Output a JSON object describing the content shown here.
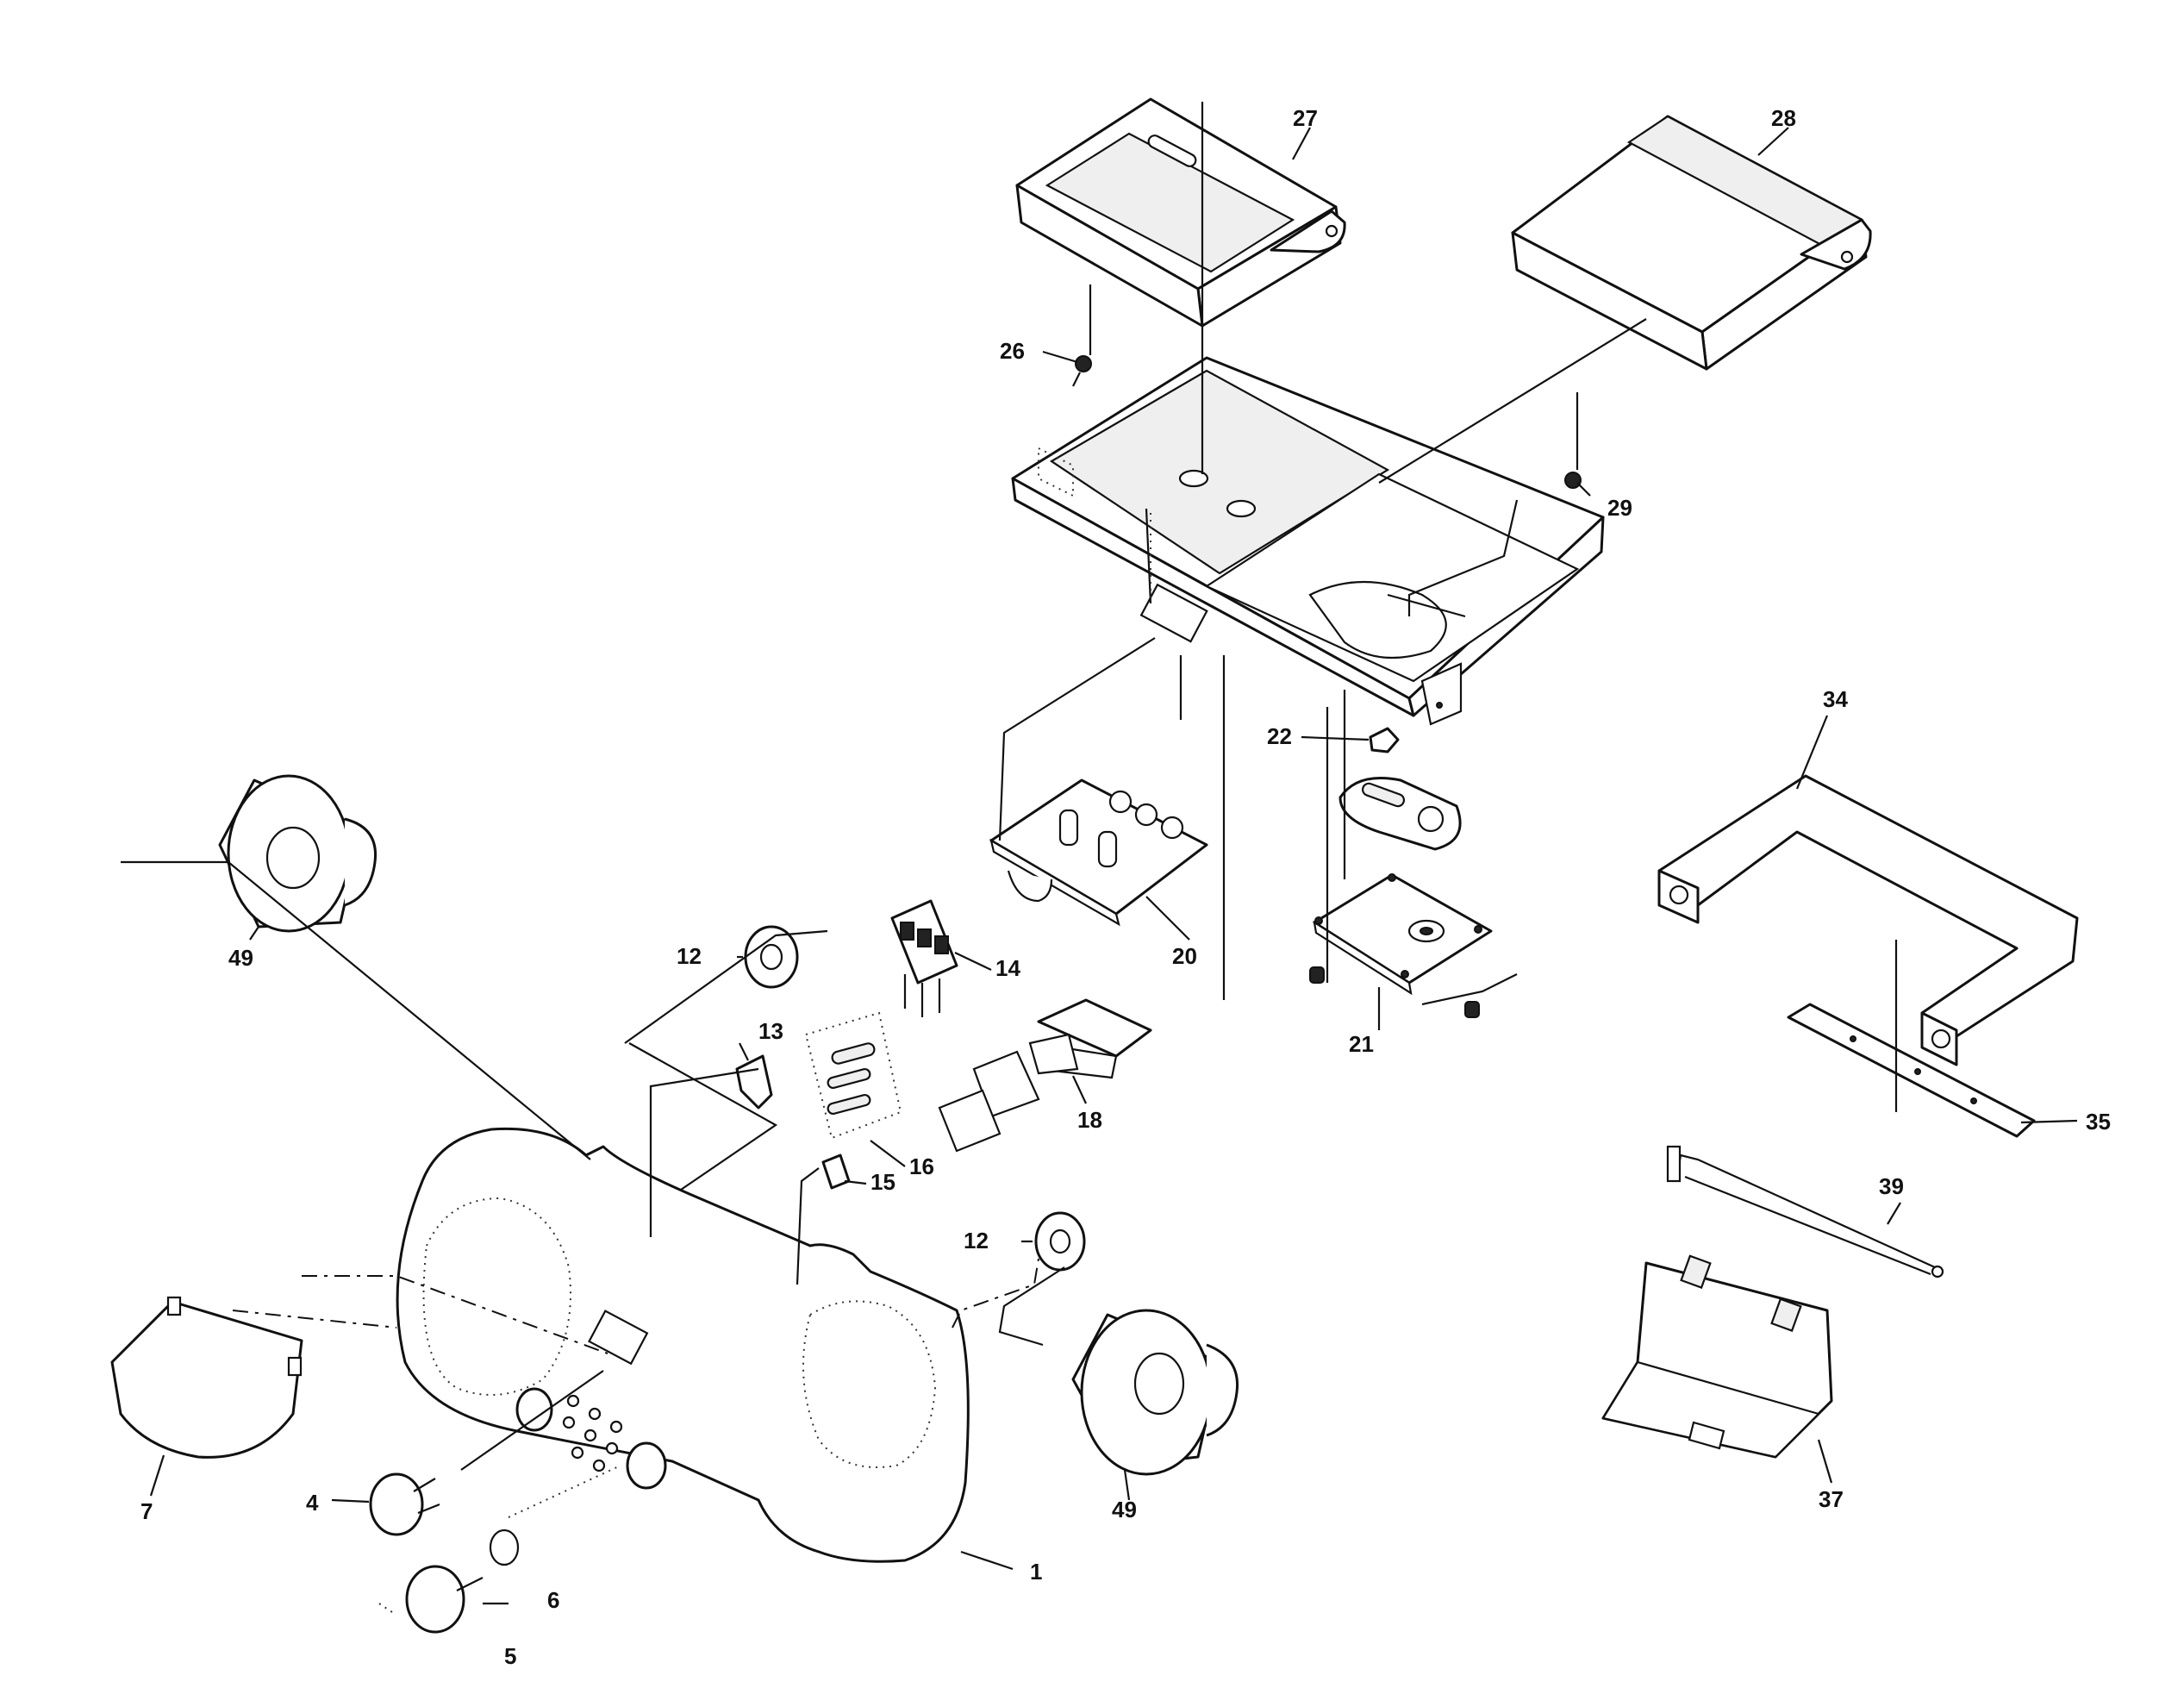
{
  "callouts": [
    {
      "id": "c1",
      "label": "1"
    },
    {
      "id": "c4",
      "label": "4"
    },
    {
      "id": "c5",
      "label": "5"
    },
    {
      "id": "c6",
      "label": "6"
    },
    {
      "id": "c7",
      "label": "7"
    },
    {
      "id": "c12a",
      "label": "12"
    },
    {
      "id": "c12b",
      "label": "12"
    },
    {
      "id": "c13",
      "label": "13"
    },
    {
      "id": "c14",
      "label": "14"
    },
    {
      "id": "c15",
      "label": "15"
    },
    {
      "id": "c16",
      "label": "16"
    },
    {
      "id": "c18",
      "label": "18"
    },
    {
      "id": "c20",
      "label": "20"
    },
    {
      "id": "c21",
      "label": "21"
    },
    {
      "id": "c22",
      "label": "22"
    },
    {
      "id": "c26",
      "label": "26"
    },
    {
      "id": "c27",
      "label": "27"
    },
    {
      "id": "c28",
      "label": "28"
    },
    {
      "id": "c29",
      "label": "29"
    },
    {
      "id": "c34",
      "label": "34"
    },
    {
      "id": "c35",
      "label": "35"
    },
    {
      "id": "c37",
      "label": "37"
    },
    {
      "id": "c39",
      "label": "39"
    },
    {
      "id": "c49a",
      "label": "49"
    },
    {
      "id": "c49b",
      "label": "49"
    }
  ]
}
